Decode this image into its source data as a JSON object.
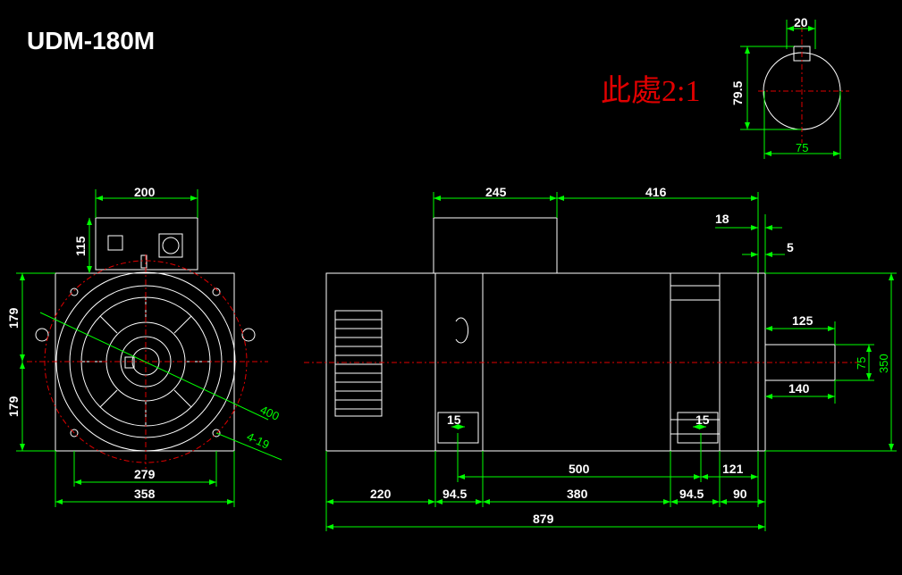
{
  "title": "UDM-180M",
  "scale_note": "此處2:1",
  "shaft_detail": {
    "key_width": "20",
    "height": "79.5",
    "diameter": "75"
  },
  "front_view": {
    "top_width": "200",
    "box_height": "115",
    "half_height_top": "179",
    "half_height_bottom": "179",
    "pcd": "400",
    "holes": "4-19",
    "hole_span": "279",
    "overall_width": "358"
  },
  "side_view": {
    "box_left": "245",
    "box_right": "416",
    "flange_offset": "18",
    "flange_thick": "5",
    "shaft_len": "125",
    "shaft_dia": "75",
    "overall_height": "350",
    "shaft_len2": "140",
    "foot_left_slot": "15",
    "foot_right_slot": "15",
    "foot_span": "500",
    "shaft_end": "121",
    "seg_220": "220",
    "seg_94a": "94.5",
    "seg_380": "380",
    "seg_94b": "94.5",
    "seg_90": "90",
    "overall_length": "879"
  }
}
